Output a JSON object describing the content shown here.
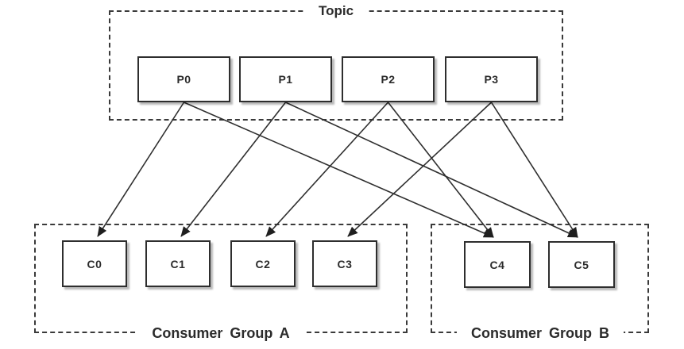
{
  "topic": {
    "label": "Topic",
    "partitions": [
      "P0",
      "P1",
      "P2",
      "P3"
    ]
  },
  "consumer_groups": [
    {
      "label": "Consumer Group A",
      "consumers": [
        "C0",
        "C1",
        "C2",
        "C3"
      ]
    },
    {
      "label": "Consumer Group B",
      "consumers": [
        "C4",
        "C5"
      ]
    }
  ],
  "connections": [
    {
      "from": "P0",
      "to": "C0"
    },
    {
      "from": "P1",
      "to": "C1"
    },
    {
      "from": "P2",
      "to": "C2"
    },
    {
      "from": "P3",
      "to": "C3"
    },
    {
      "from": "P0",
      "to": "C4"
    },
    {
      "from": "P2",
      "to": "C4"
    },
    {
      "from": "P1",
      "to": "C5"
    },
    {
      "from": "P3",
      "to": "C5"
    }
  ],
  "colors": {
    "background": "#ffffff",
    "line": "#2f2f2f",
    "box_border": "#2e2e2e",
    "text": "#2b2b2b"
  }
}
